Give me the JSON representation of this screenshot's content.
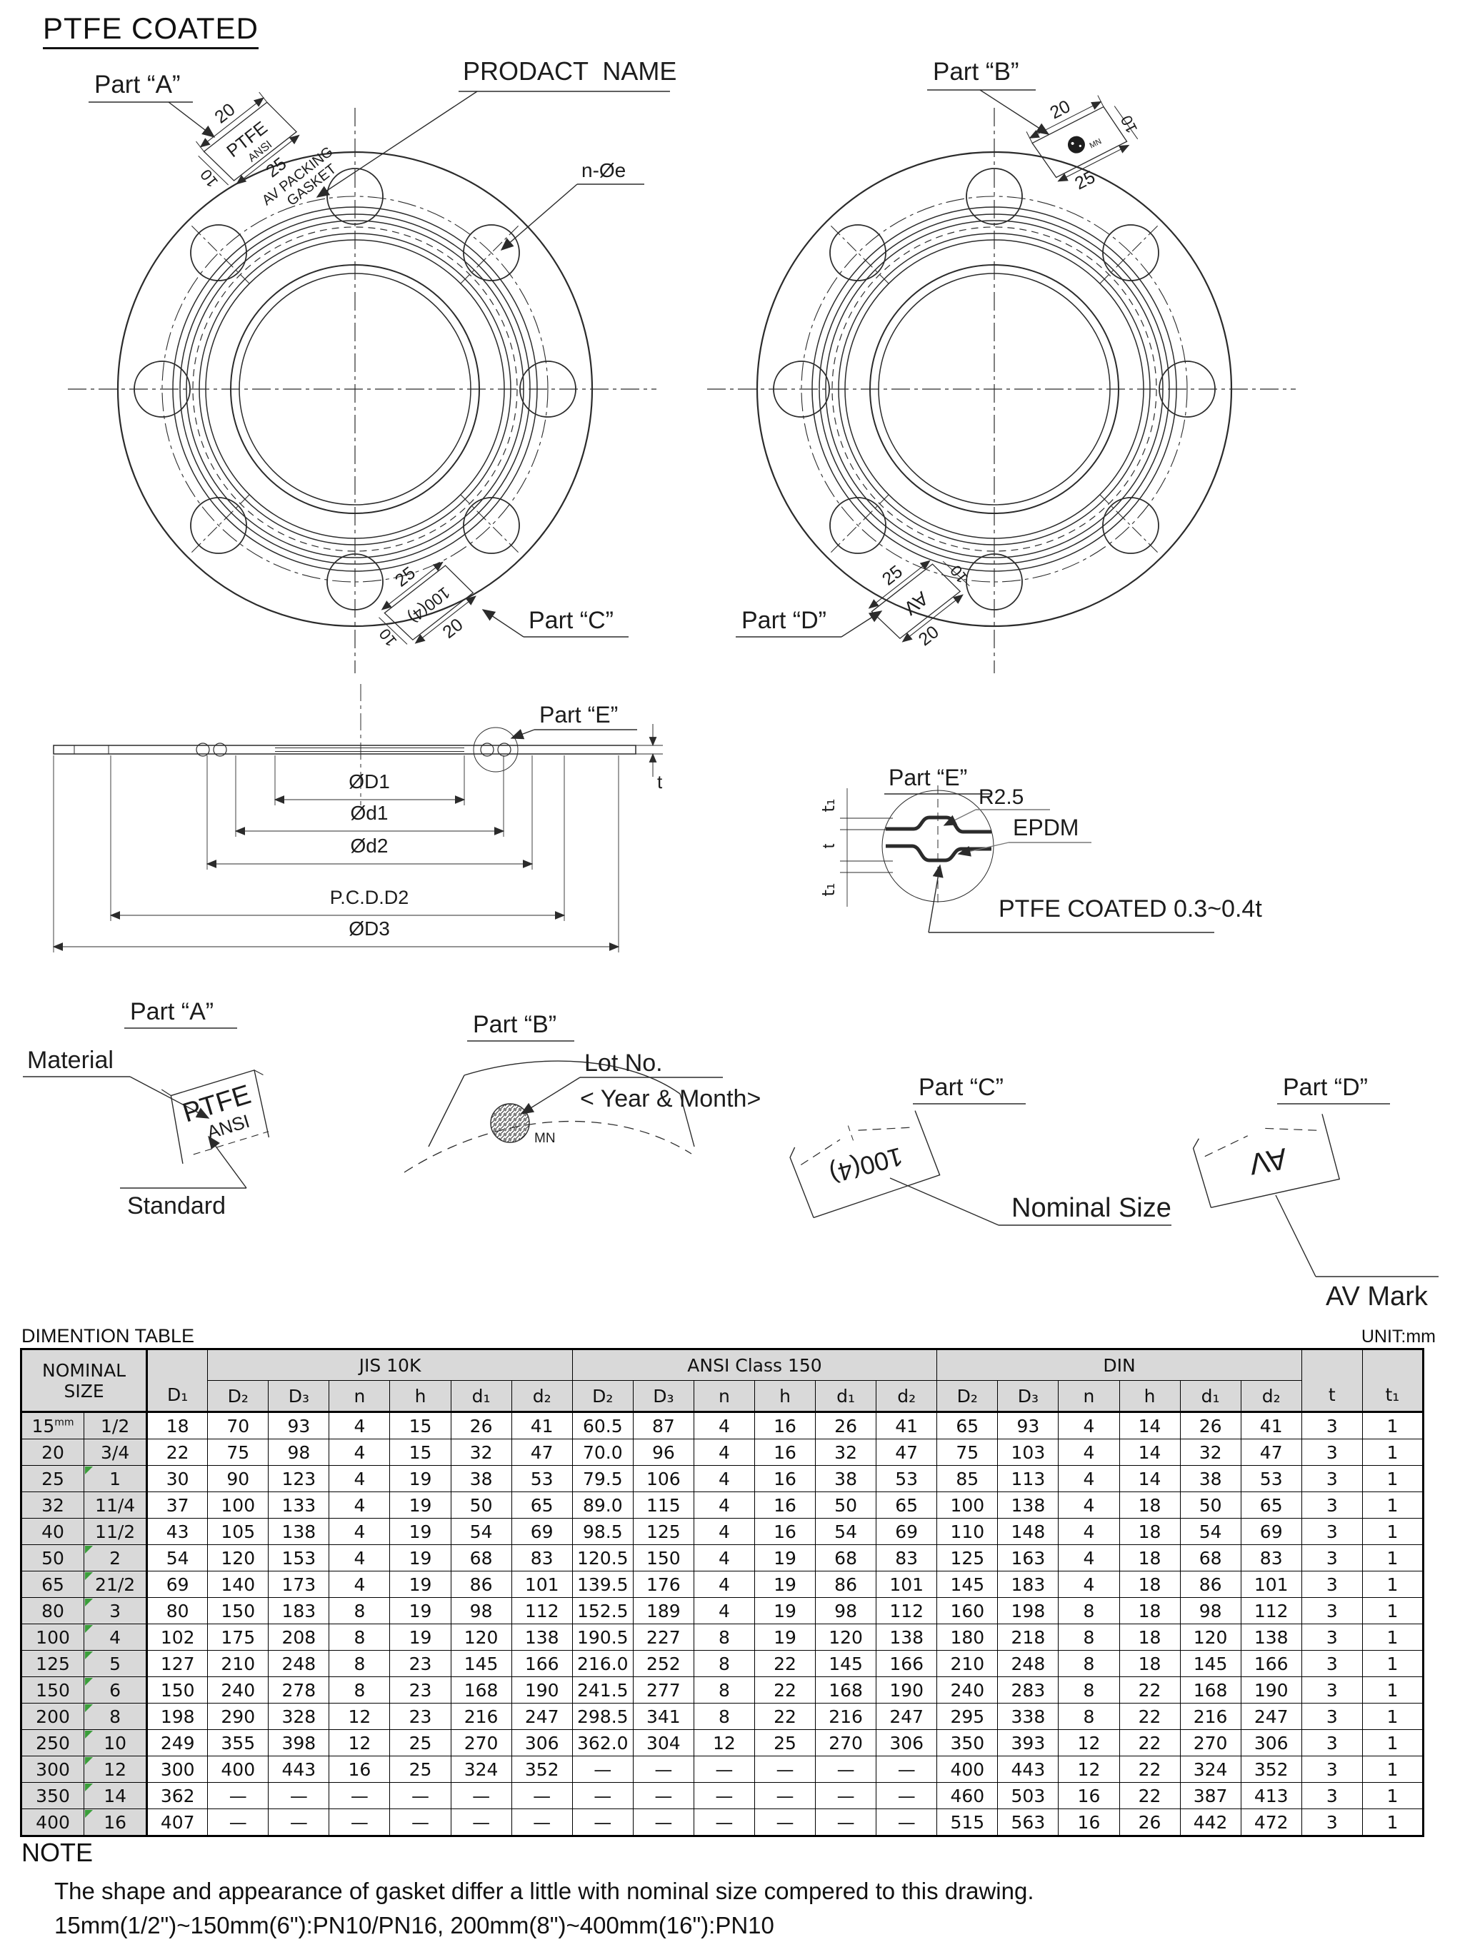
{
  "title": "PTFE COATED",
  "drawing": {
    "labels": {
      "part_a": "Part “A”",
      "part_b": "Part “B”",
      "part_c": "Part “C”",
      "part_d": "Part “D”",
      "part_e": "Part “E”",
      "product_name": "PRODACT  NAME",
      "n_oe": "n-Øe"
    },
    "stamps": {
      "dim_20": "20",
      "dim_25": "25",
      "dim_10": "10",
      "material_line1": "PTFE",
      "material_line2": "ANSI",
      "packing_line1": "AV PACKING",
      "packing_line2": "GASKET",
      "logo_text": "MN",
      "nominal_size_mark": "100(4)",
      "av_mark": "AV"
    },
    "section": {
      "dims": [
        "ØD1",
        "Ød1",
        "Ød2",
        "P.C.D.D2",
        "ØD3"
      ],
      "t": "t"
    },
    "part_e_detail": {
      "radius": "R2.5",
      "rubber": "EPDM",
      "coating": "PTFE COATED 0.3~0.4t",
      "t1": "t₁",
      "t": "t"
    },
    "callouts": {
      "material": "Material",
      "standard": "Standard",
      "lot_no": "Lot No.",
      "year_month": "< Year & Month>",
      "nominal_size": "Nominal Size",
      "av_mark": "AV Mark"
    }
  },
  "table": {
    "title": "DIMENTION TABLE",
    "unit": "UNIT:mm",
    "headers": {
      "nominal": "NOMINAL",
      "size": "SIZE",
      "d1": "D₁",
      "jis": "JIS 10K",
      "ansi": "ANSI Class 150",
      "din": "DIN",
      "t": "t",
      "t1": "t₁",
      "sub": [
        "D₂",
        "D₃",
        "n",
        "h",
        "d₁",
        "d₂"
      ]
    },
    "rows": [
      {
        "mm": "15",
        "sup": "mm",
        "inch": "1/2",
        "marker": false,
        "d1": "18",
        "jis": [
          "70",
          "93",
          "4",
          "15",
          "26",
          "41"
        ],
        "ansi": [
          "60.5",
          "87",
          "4",
          "16",
          "26",
          "41"
        ],
        "din": [
          "65",
          "93",
          "4",
          "14",
          "26",
          "41"
        ],
        "t": "3",
        "t1": "1"
      },
      {
        "mm": "20",
        "inch": "3/4",
        "marker": false,
        "d1": "22",
        "jis": [
          "75",
          "98",
          "4",
          "15",
          "32",
          "47"
        ],
        "ansi": [
          "70.0",
          "96",
          "4",
          "16",
          "32",
          "47"
        ],
        "din": [
          "75",
          "103",
          "4",
          "14",
          "32",
          "47"
        ],
        "t": "3",
        "t1": "1"
      },
      {
        "mm": "25",
        "inch": "1",
        "marker": true,
        "d1": "30",
        "jis": [
          "90",
          "123",
          "4",
          "19",
          "38",
          "53"
        ],
        "ansi": [
          "79.5",
          "106",
          "4",
          "16",
          "38",
          "53"
        ],
        "din": [
          "85",
          "113",
          "4",
          "14",
          "38",
          "53"
        ],
        "t": "3",
        "t1": "1"
      },
      {
        "mm": "32",
        "inch": "11/4",
        "marker": false,
        "d1": "37",
        "jis": [
          "100",
          "133",
          "4",
          "19",
          "50",
          "65"
        ],
        "ansi": [
          "89.0",
          "115",
          "4",
          "16",
          "50",
          "65"
        ],
        "din": [
          "100",
          "138",
          "4",
          "18",
          "50",
          "65"
        ],
        "t": "3",
        "t1": "1"
      },
      {
        "mm": "40",
        "inch": "11/2",
        "marker": false,
        "d1": "43",
        "jis": [
          "105",
          "138",
          "4",
          "19",
          "54",
          "69"
        ],
        "ansi": [
          "98.5",
          "125",
          "4",
          "16",
          "54",
          "69"
        ],
        "din": [
          "110",
          "148",
          "4",
          "18",
          "54",
          "69"
        ],
        "t": "3",
        "t1": "1"
      },
      {
        "mm": "50",
        "inch": "2",
        "marker": true,
        "d1": "54",
        "jis": [
          "120",
          "153",
          "4",
          "19",
          "68",
          "83"
        ],
        "ansi": [
          "120.5",
          "150",
          "4",
          "19",
          "68",
          "83"
        ],
        "din": [
          "125",
          "163",
          "4",
          "18",
          "68",
          "83"
        ],
        "t": "3",
        "t1": "1"
      },
      {
        "mm": "65",
        "inch": "21/2",
        "marker": true,
        "d1": "69",
        "jis": [
          "140",
          "173",
          "4",
          "19",
          "86",
          "101"
        ],
        "ansi": [
          "139.5",
          "176",
          "4",
          "19",
          "86",
          "101"
        ],
        "din": [
          "145",
          "183",
          "4",
          "18",
          "86",
          "101"
        ],
        "t": "3",
        "t1": "1"
      },
      {
        "mm": "80",
        "inch": "3",
        "marker": true,
        "d1": "80",
        "jis": [
          "150",
          "183",
          "8",
          "19",
          "98",
          "112"
        ],
        "ansi": [
          "152.5",
          "189",
          "4",
          "19",
          "98",
          "112"
        ],
        "din": [
          "160",
          "198",
          "8",
          "18",
          "98",
          "112"
        ],
        "t": "3",
        "t1": "1"
      },
      {
        "mm": "100",
        "inch": "4",
        "marker": true,
        "d1": "102",
        "jis": [
          "175",
          "208",
          "8",
          "19",
          "120",
          "138"
        ],
        "ansi": [
          "190.5",
          "227",
          "8",
          "19",
          "120",
          "138"
        ],
        "din": [
          "180",
          "218",
          "8",
          "18",
          "120",
          "138"
        ],
        "t": "3",
        "t1": "1"
      },
      {
        "mm": "125",
        "inch": "5",
        "marker": true,
        "d1": "127",
        "jis": [
          "210",
          "248",
          "8",
          "23",
          "145",
          "166"
        ],
        "ansi": [
          "216.0",
          "252",
          "8",
          "22",
          "145",
          "166"
        ],
        "din": [
          "210",
          "248",
          "8",
          "18",
          "145",
          "166"
        ],
        "t": "3",
        "t1": "1"
      },
      {
        "mm": "150",
        "inch": "6",
        "marker": true,
        "d1": "150",
        "jis": [
          "240",
          "278",
          "8",
          "23",
          "168",
          "190"
        ],
        "ansi": [
          "241.5",
          "277",
          "8",
          "22",
          "168",
          "190"
        ],
        "din": [
          "240",
          "283",
          "8",
          "22",
          "168",
          "190"
        ],
        "t": "3",
        "t1": "1"
      },
      {
        "mm": "200",
        "inch": "8",
        "marker": true,
        "d1": "198",
        "jis": [
          "290",
          "328",
          "12",
          "23",
          "216",
          "247"
        ],
        "ansi": [
          "298.5",
          "341",
          "8",
          "22",
          "216",
          "247"
        ],
        "din": [
          "295",
          "338",
          "8",
          "22",
          "216",
          "247"
        ],
        "t": "3",
        "t1": "1"
      },
      {
        "mm": "250",
        "inch": "10",
        "marker": true,
        "d1": "249",
        "jis": [
          "355",
          "398",
          "12",
          "25",
          "270",
          "306"
        ],
        "ansi": [
          "362.0",
          "304",
          "12",
          "25",
          "270",
          "306"
        ],
        "din": [
          "350",
          "393",
          "12",
          "22",
          "270",
          "306"
        ],
        "t": "3",
        "t1": "1"
      },
      {
        "mm": "300",
        "inch": "12",
        "marker": true,
        "d1": "300",
        "jis": [
          "400",
          "443",
          "16",
          "25",
          "324",
          "352"
        ],
        "ansi": [
          "—",
          "—",
          "—",
          "—",
          "—",
          "—"
        ],
        "din": [
          "400",
          "443",
          "12",
          "22",
          "324",
          "352"
        ],
        "t": "3",
        "t1": "1"
      },
      {
        "mm": "350",
        "inch": "14",
        "marker": true,
        "d1": "362",
        "jis": [
          "—",
          "—",
          "—",
          "—",
          "—",
          "—"
        ],
        "ansi": [
          "—",
          "—",
          "—",
          "—",
          "—",
          "—"
        ],
        "din": [
          "460",
          "503",
          "16",
          "22",
          "387",
          "413"
        ],
        "t": "3",
        "t1": "1"
      },
      {
        "mm": "400",
        "inch": "16",
        "marker": true,
        "d1": "407",
        "jis": [
          "—",
          "—",
          "—",
          "—",
          "—",
          "—"
        ],
        "ansi": [
          "—",
          "—",
          "—",
          "—",
          "—",
          "—"
        ],
        "din": [
          "515",
          "563",
          "16",
          "26",
          "442",
          "472"
        ],
        "t": "3",
        "t1": "1"
      }
    ]
  },
  "note": {
    "heading": "NOTE",
    "line1": "The shape and appearance of gasket differ a little with nominal size compered to this drawing.",
    "line2": "15mm(1/2\")~150mm(6\"):PN10/PN16, 200mm(8\")~400mm(16\"):PN10"
  },
  "colors": {
    "line": "#2b2b2b",
    "marker_green": "#3a9e3a",
    "header_gray": "#d9d9d9"
  }
}
